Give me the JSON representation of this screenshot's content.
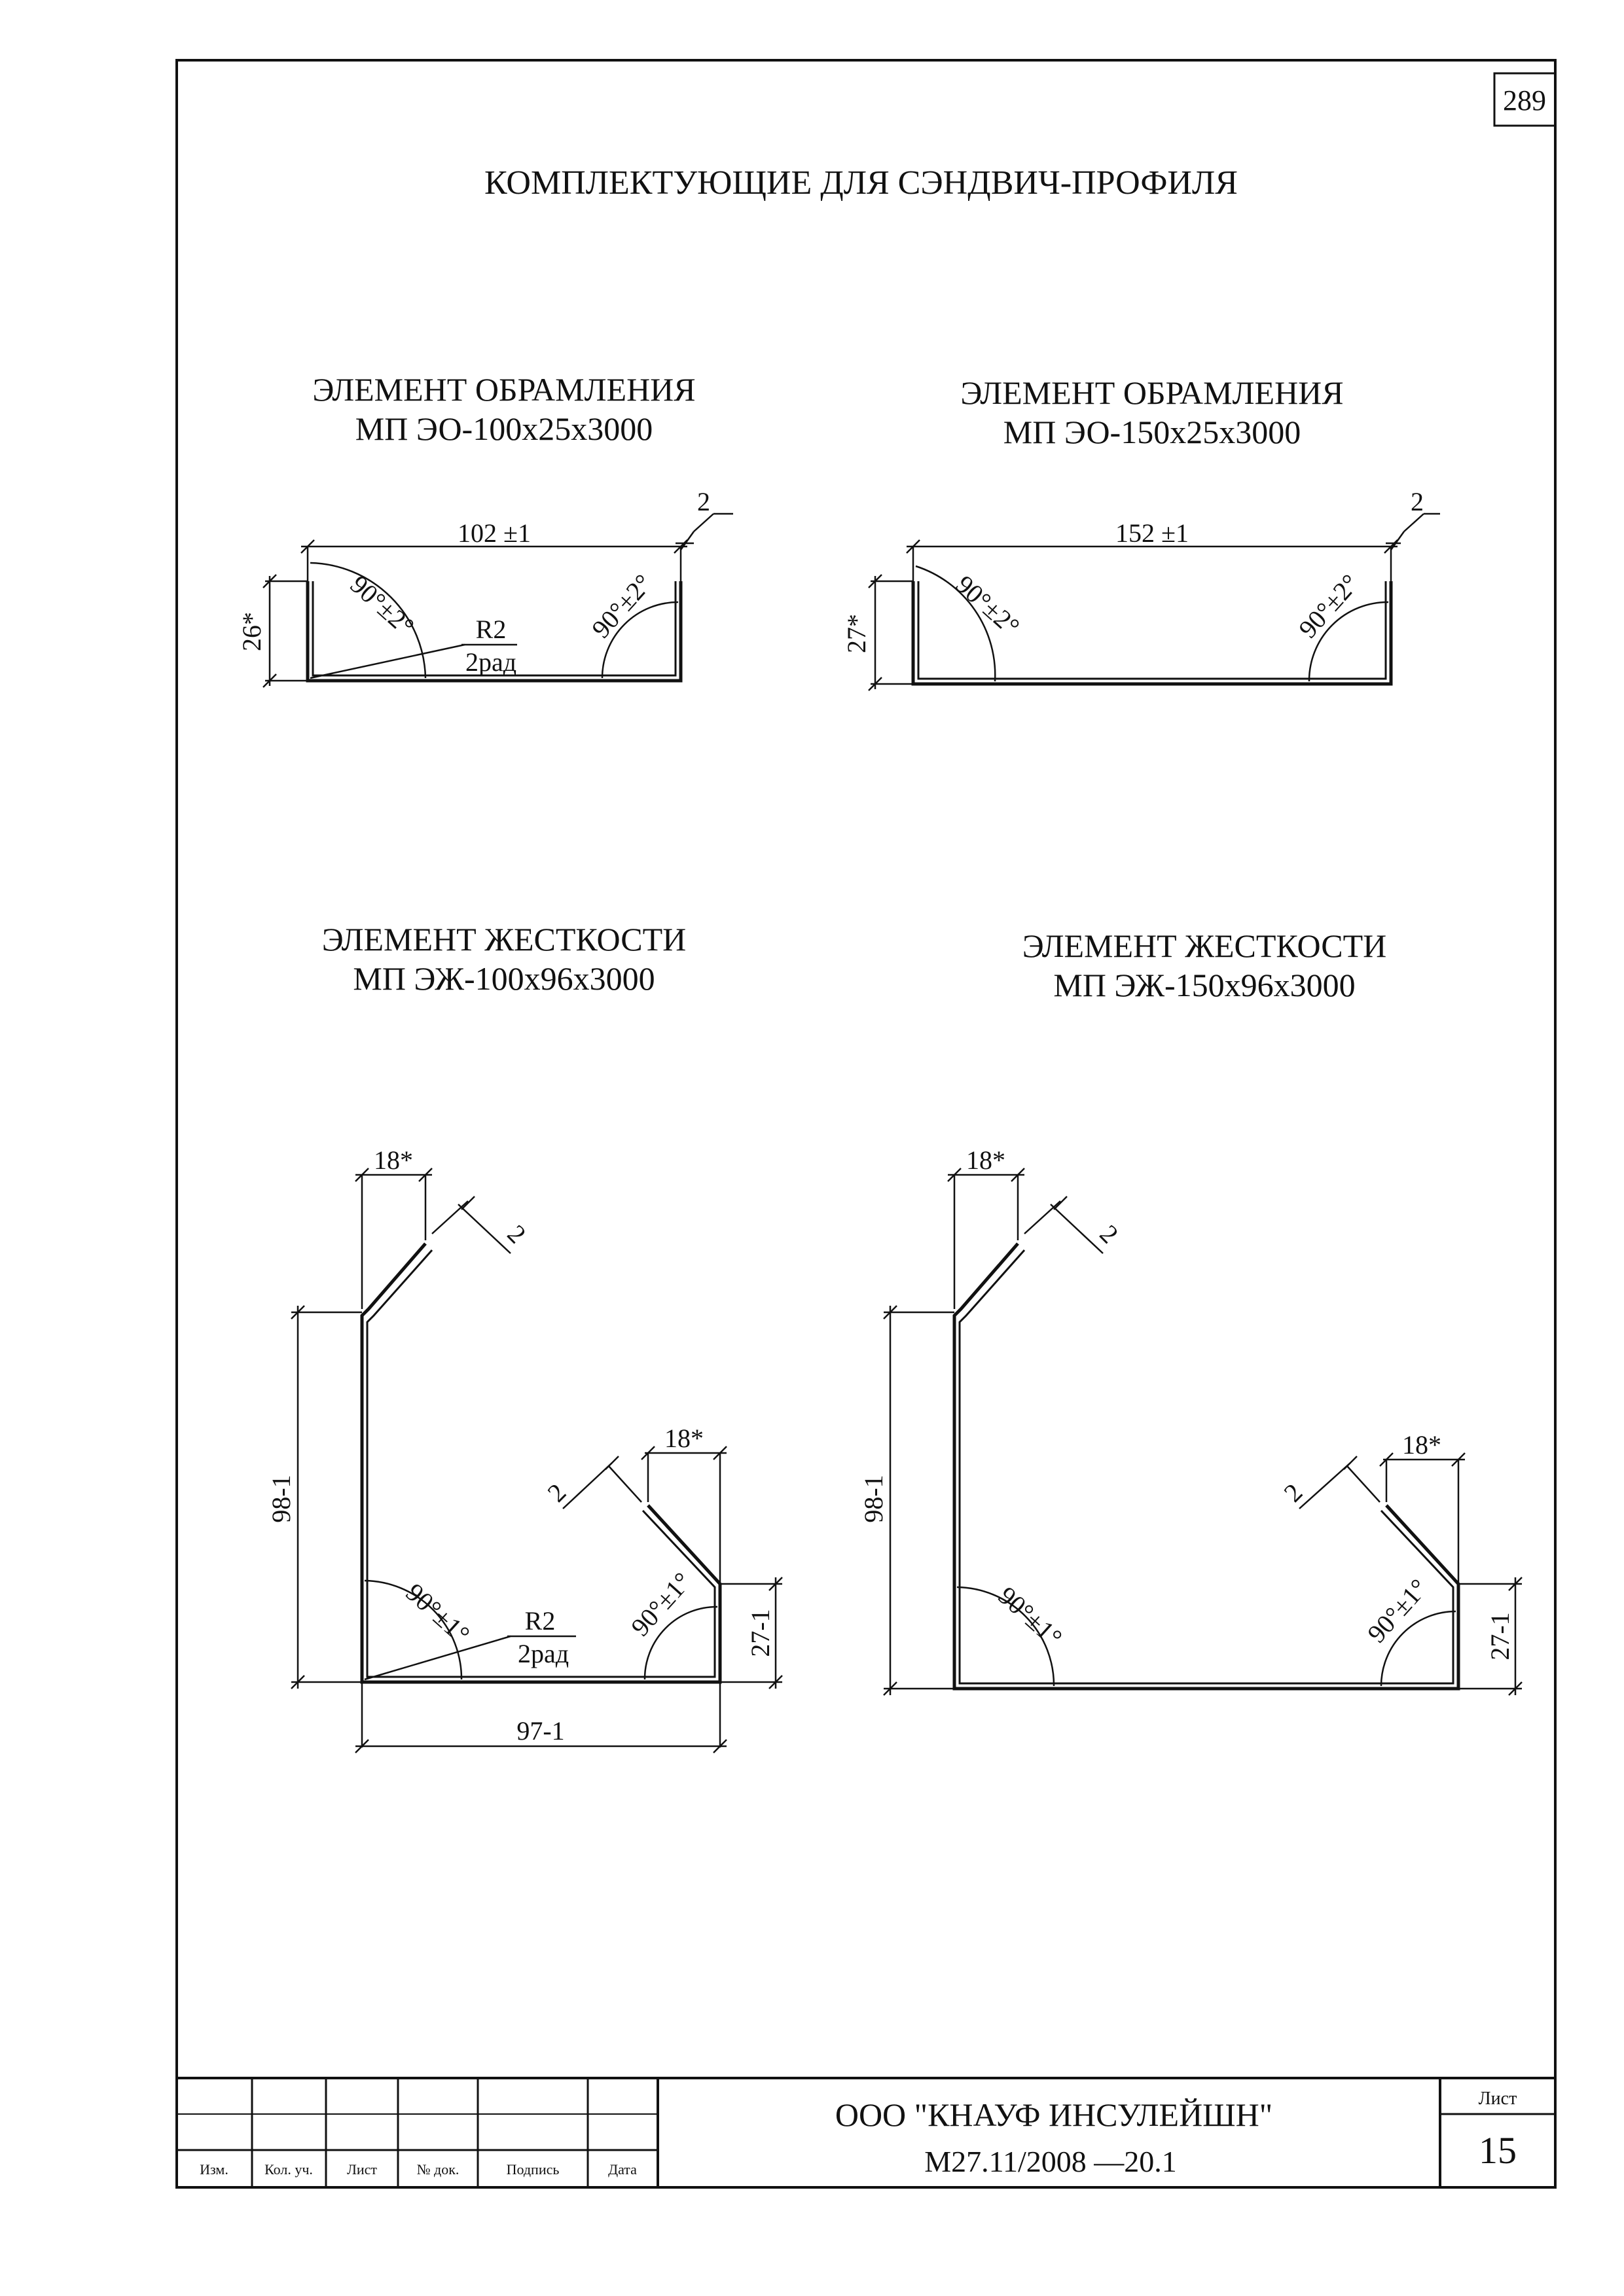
{
  "page_number": "289",
  "title": "КОМПЛЕКТУЮЩИЕ ДЛЯ СЭНДВИЧ-ПРОФИЛЯ",
  "elements": [
    {
      "name": "ЭЛЕМЕНТ ОБРАМЛЕНИЯ",
      "code": "МП ЭО-100x25x3000",
      "dims": {
        "width": "102 ±1",
        "thickness": "2",
        "height": "26*",
        "angle_left": "90°±2°",
        "angle_right": "90°±2°",
        "radius": "R2",
        "radius_note": "2рад"
      }
    },
    {
      "name": "ЭЛЕМЕНТ ОБРАМЛЕНИЯ",
      "code": "МП ЭО-150x25x3000",
      "dims": {
        "width": "152 ±1",
        "thickness": "2",
        "height": "27*",
        "angle_left": "90°±2°",
        "angle_right": "90°±2°"
      }
    },
    {
      "name": "ЭЛЕМЕНТ ЖЕСТКОСТИ",
      "code": "МП ЭЖ-100x96x3000",
      "dims": {
        "top_flange": "18*",
        "thickness_top": "2",
        "height": "98-1",
        "right_flange": "18*",
        "thickness_right": "2",
        "angle_left": "90°±1°",
        "angle_right": "90°±1°",
        "radius": "R2",
        "radius_note": "2рад",
        "right_height": "27-1",
        "width": "97-1"
      }
    },
    {
      "name": "ЭЛЕМЕНТ ЖЕСТКОСТИ",
      "code": "МП ЭЖ-150x96x3000",
      "dims": {
        "top_flange": "18*",
        "thickness_top": "2",
        "height": "98-1",
        "right_flange": "18*",
        "thickness_right": "2",
        "angle_left": "90°±1°",
        "angle_right": "90°±1°",
        "right_height": "27-1"
      }
    }
  ],
  "title_block": {
    "columns": [
      "Изм.",
      "Кол. уч.",
      "Лист",
      "№ док.",
      "Подпись",
      "Дата"
    ],
    "company": "ООО \"КНАУФ ИНСУЛЕЙШН\"",
    "doc_code": "М27.11/2008 —20.1",
    "sheet_label": "Лист",
    "sheet_number": "15"
  }
}
